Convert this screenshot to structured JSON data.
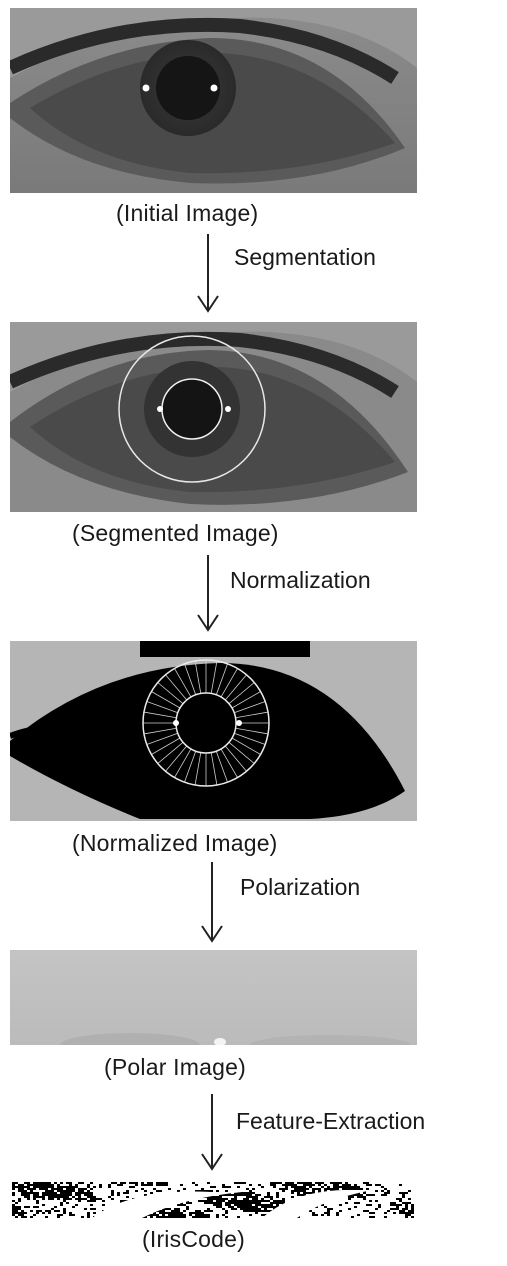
{
  "stages": [
    {
      "caption": "(Initial Image)"
    },
    {
      "caption": "(Segmented Image)"
    },
    {
      "caption": "(Normalized Image)"
    },
    {
      "caption": "(Polar Image)"
    },
    {
      "caption": "(IrisCode)"
    }
  ],
  "steps": [
    {
      "label": "Segmentation"
    },
    {
      "label": "Normalization"
    },
    {
      "label": "Polarization"
    },
    {
      "label": "Feature-Extraction"
    }
  ]
}
